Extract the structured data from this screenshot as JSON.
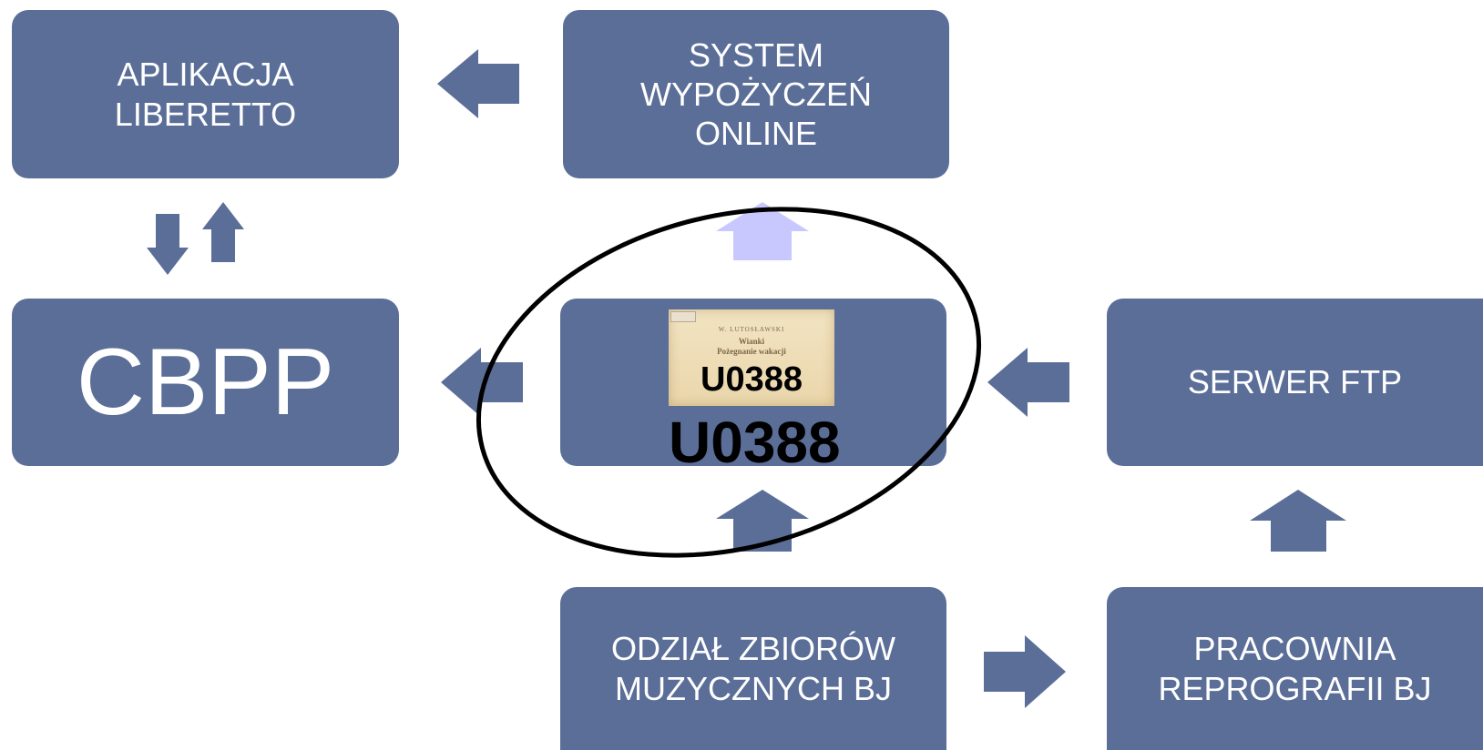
{
  "boxes": {
    "aplikacja": {
      "lines": [
        "APLIKACJA",
        "LIBERETTO"
      ]
    },
    "system": {
      "lines": [
        "SYSTEM",
        "WYPOŻYCZEŃ",
        "ONLINE"
      ]
    },
    "cbpp": {
      "label": "CBPP"
    },
    "ftp": {
      "label": "SERWER FTP"
    },
    "odzial": {
      "lines": [
        "ODZIAŁ ZBIORÓW",
        "MUZYCZNYCH BJ"
      ]
    },
    "pracownia": {
      "lines": [
        "PRACOWNIA",
        "REPROGRAFII BJ"
      ]
    }
  },
  "center": {
    "code": "U0388",
    "thumbnail": {
      "stamp": "",
      "author": "W. LUTOSŁAWSKI",
      "title1": "Wianki",
      "title2": "Pożegnanie wakacji",
      "code": "U0388"
    }
  },
  "colors": {
    "box": "#5b6e98",
    "arrow": "#5b6e98",
    "arrow_faded": "#c8c8ff",
    "ellipse": "#000000",
    "text": "#ffffff"
  }
}
